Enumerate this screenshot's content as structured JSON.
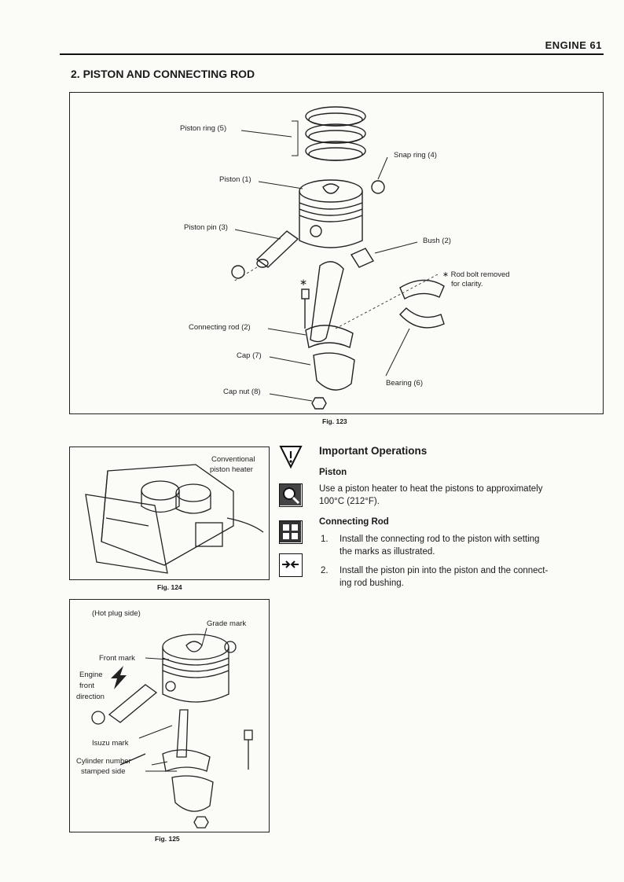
{
  "header": {
    "text": "ENGINE 61"
  },
  "section": {
    "title": "2. PISTON AND CONNECTING ROD"
  },
  "fig123": {
    "caption": "Fig. 123",
    "labels": {
      "piston_ring": "Piston ring (5)",
      "snap_ring": "Snap ring (4)",
      "piston": "Piston (1)",
      "piston_pin": "Piston pin (3)",
      "bush": "Bush (2)",
      "rod_bolt_note_1": "∗ Rod bolt removed",
      "rod_bolt_note_2": "for clarity.",
      "asterisk": "∗",
      "connecting_rod": "Connecting rod (2)",
      "cap": "Cap (7)",
      "bearing": "Bearing (6)",
      "cap_nut": "Cap nut (8)"
    }
  },
  "fig124": {
    "caption": "Fig. 124",
    "labels": {
      "heater_1": "Conventional",
      "heater_2": "piston heater"
    }
  },
  "fig125": {
    "caption": "Fig. 125",
    "labels": {
      "hot_plug": "(Hot plug side)",
      "grade_mark": "Grade mark",
      "front_mark": "Front mark",
      "engine_1": "Engine",
      "engine_2": "front",
      "engine_3": "direction",
      "isuzu_mark": "Isuzu mark",
      "cyl_1": "Cylinder number",
      "cyl_2": "stamped side"
    }
  },
  "operations": {
    "heading": "Important Operations",
    "piston": {
      "heading": "Piston",
      "text_1": "Use a piston heater to heat the pistons to approximately",
      "text_2": "100°C (212°F)."
    },
    "rod": {
      "heading": "Connecting Rod",
      "step1_num": "1.",
      "step1_a": "Install the connecting rod to the piston with setting",
      "step1_b": "the marks as illustrated.",
      "step2_num": "2.",
      "step2_a": "Install the piston pin into the piston and the connect-",
      "step2_b": "ing rod bushing."
    }
  },
  "icons": [
    "caution-triangle-icon",
    "inspect-magnifier-icon",
    "assembly-grid-icon",
    "press-fit-arrows-icon"
  ]
}
